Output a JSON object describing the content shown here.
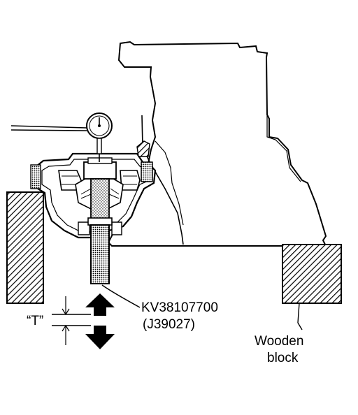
{
  "labels": {
    "tool_number": "KV38107700",
    "tool_alt_number": "(J39027)",
    "dimension": "“T”",
    "block_line1": "Wooden",
    "block_line2": "block"
  },
  "colors": {
    "ink": "#000000",
    "paper": "#ffffff"
  },
  "icons": {
    "up": "arrow-up-icon",
    "down": "arrow-down-icon",
    "gauge": "dial-gauge-icon"
  }
}
